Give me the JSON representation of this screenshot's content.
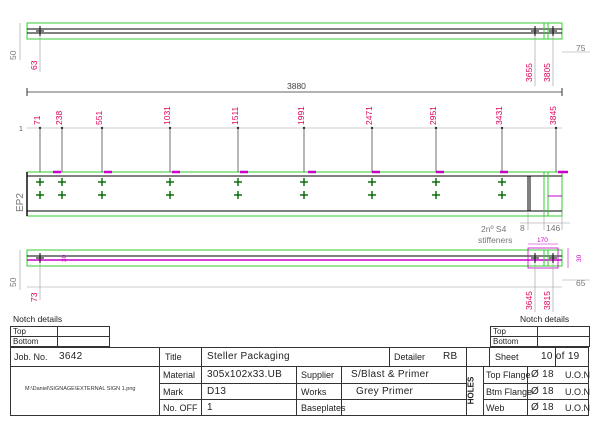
{
  "top_view": {
    "dim_left_vertical": "50",
    "dim_left_offset": "63",
    "dim_right_1": "3655",
    "dim_right_2": "3805",
    "dim_right_end": "75"
  },
  "elevation": {
    "overall_length": "3880",
    "hole_positions": [
      "71",
      "238",
      "551",
      "1031",
      "1511",
      "1991",
      "2471",
      "2951",
      "3431",
      "3845"
    ],
    "left_marker": "1",
    "end_plate_label": "EP2",
    "dim_8": "8",
    "dim_146": "146",
    "stiffener_note_line1": "2nº S4",
    "stiffener_note_line2": "stiffeners"
  },
  "bottom_view": {
    "dim_left_vertical": "50",
    "dim_left_offset": "73",
    "dim_right_1": "3645",
    "dim_right_2": "3815",
    "dim_right_end": "65",
    "dim_170": "170",
    "dim_30_right": "30",
    "dim_30_left": "30"
  },
  "notch_left": {
    "title": "Notch details",
    "row1": "Top",
    "row2": "Bottom"
  },
  "notch_right": {
    "title": "Notch details",
    "row1": "Top",
    "row2": "Bottom"
  },
  "title_block": {
    "job_label": "Job. No.",
    "job_value": "3642",
    "title_label": "Title",
    "title_value": "Steller Packaging",
    "detailer_label": "Detailer",
    "detailer_value": "RB",
    "sheet_label": "Sheet",
    "sheet_value": "10 of 19",
    "file_path": "M:\\Daniel\\SIGNAGE\\EXTERNAL SIGN 1.png",
    "material_label": "Material",
    "material_value": "305x102x33.UB",
    "supplier_label": "Supplier",
    "supplier_value": "S/Blast & Primer",
    "mark_label": "Mark",
    "mark_value": "D13",
    "works_label": "Works",
    "works_value": "Grey Primer",
    "nooff_label": "No. OFF",
    "nooff_value": "1",
    "baseplates_label": "Baseplates",
    "holes_label": "HOLES",
    "holes": [
      {
        "label": "Top Flange",
        "dia": "Ø 18",
        "note": "U.O.N"
      },
      {
        "label": "Btm Flange",
        "dia": "Ø 18",
        "note": "U.O.N"
      },
      {
        "label": "Web",
        "dia": "Ø 18",
        "note": "U.O.N"
      }
    ]
  },
  "colors": {
    "outline": "#33cc33",
    "dimension": "#e0005c",
    "magenta": "#cc00cc",
    "line": "#333333"
  }
}
